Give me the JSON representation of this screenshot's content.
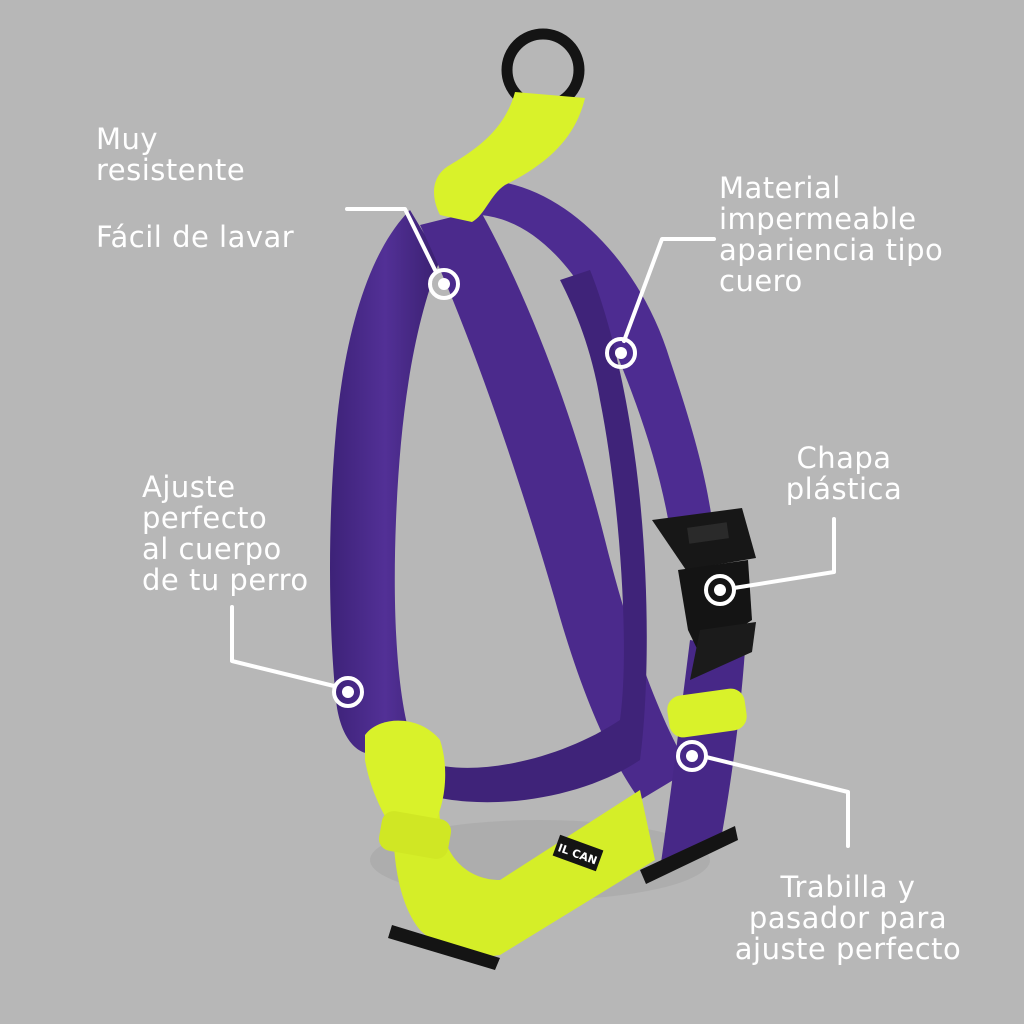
{
  "brand": {
    "label_text": "IL CAN"
  },
  "colors": {
    "background": "#b7b7b7",
    "strap_purple": "#4a2a8c",
    "strap_purple_dark": "#34206a",
    "strap_lime": "#d9f22a",
    "strap_lime_dark": "#b6cc1c",
    "hardware_black": "#161616",
    "callout_white": "#ffffff"
  },
  "callouts": [
    {
      "id": "resistant",
      "text": "Muy\nresistente"
    },
    {
      "id": "washable",
      "text": "Fácil de lavar"
    },
    {
      "id": "material",
      "text": "Material\nimpermeable\napariencia tipo\ncuero"
    },
    {
      "id": "plate",
      "text": "Chapa\nplástica"
    },
    {
      "id": "fit",
      "text": "Ajuste\nperfecto\nal cuerpo\nde tu perro"
    },
    {
      "id": "loop",
      "text": "Trabilla y\npasador para\najuste perfecto"
    }
  ]
}
